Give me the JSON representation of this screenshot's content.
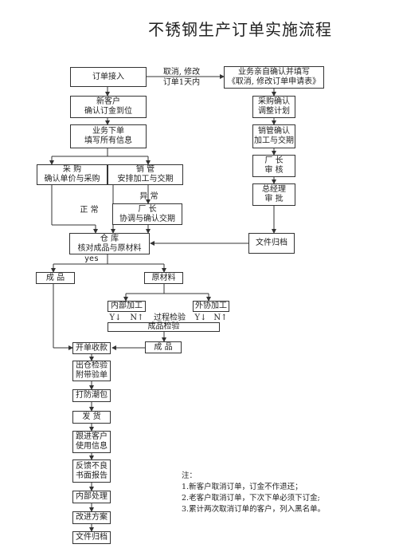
{
  "title": "不锈钢生产订单实施流程图",
  "nodes": {
    "order_receive": "订单接入",
    "cancel_modify": [
      "取消, 修改",
      "订单1天内"
    ],
    "confirm_customer": [
      "业务亲自确认并填写",
      "《取消, 修改订单申请表》"
    ],
    "new_customer": [
      "新客户",
      "确认订金到位"
    ],
    "business_order": [
      "业务下单",
      "填写所有信息"
    ],
    "purchase": [
      "采  购",
      "确认单价与采购"
    ],
    "sales_mgmt": [
      "销  管",
      "安排加工与交期"
    ],
    "abnormal": "异  常",
    "normal": "正  常",
    "factory_director_coord": [
      "厂  长",
      "协调与确认交期"
    ],
    "warehouse": [
      "仓  库",
      "核对成品与原材料"
    ],
    "yes": "yes",
    "finished_left": "成  品",
    "raw_material": "原材料",
    "internal_processing": "内部加工",
    "outsourced_processing": "外协加工",
    "process_check": "过程检验",
    "y_arrow_1": "Y↓",
    "n_arrow_1": "N↑",
    "y_arrow_2": "Y↓",
    "n_arrow_2": "N↑",
    "finished_inspection": "成品检验",
    "finished_right": "成  品",
    "billing": "开单收款",
    "outbound_check": [
      "出仓检验",
      "附带验单"
    ],
    "packing": "打防潮包",
    "shipping": "发  货",
    "follow_customer": [
      "跟进客户",
      "使用信息"
    ],
    "feedback": [
      "反馈不良",
      "书面报告"
    ],
    "internal_handle": "内部处理",
    "improvement": "改进方案",
    "file_archive_bottom": "文件归档",
    "purchase_confirm": [
      "采购确认",
      "调整计划"
    ],
    "sales_confirm": [
      "销管确认",
      "加工与交期"
    ],
    "factory_review": [
      "厂  长",
      "审  核"
    ],
    "gm_approve": [
      "总经理",
      "审  批"
    ],
    "file_archive_right": "文件归档"
  },
  "notes": {
    "heading": "注：",
    "items": [
      "1.新客户取消订单，订金不作退还；",
      "2.老客户取消订单，下次下单必须下订金;",
      "3.累计两次取消订单的客户，列入黑名单。"
    ]
  }
}
